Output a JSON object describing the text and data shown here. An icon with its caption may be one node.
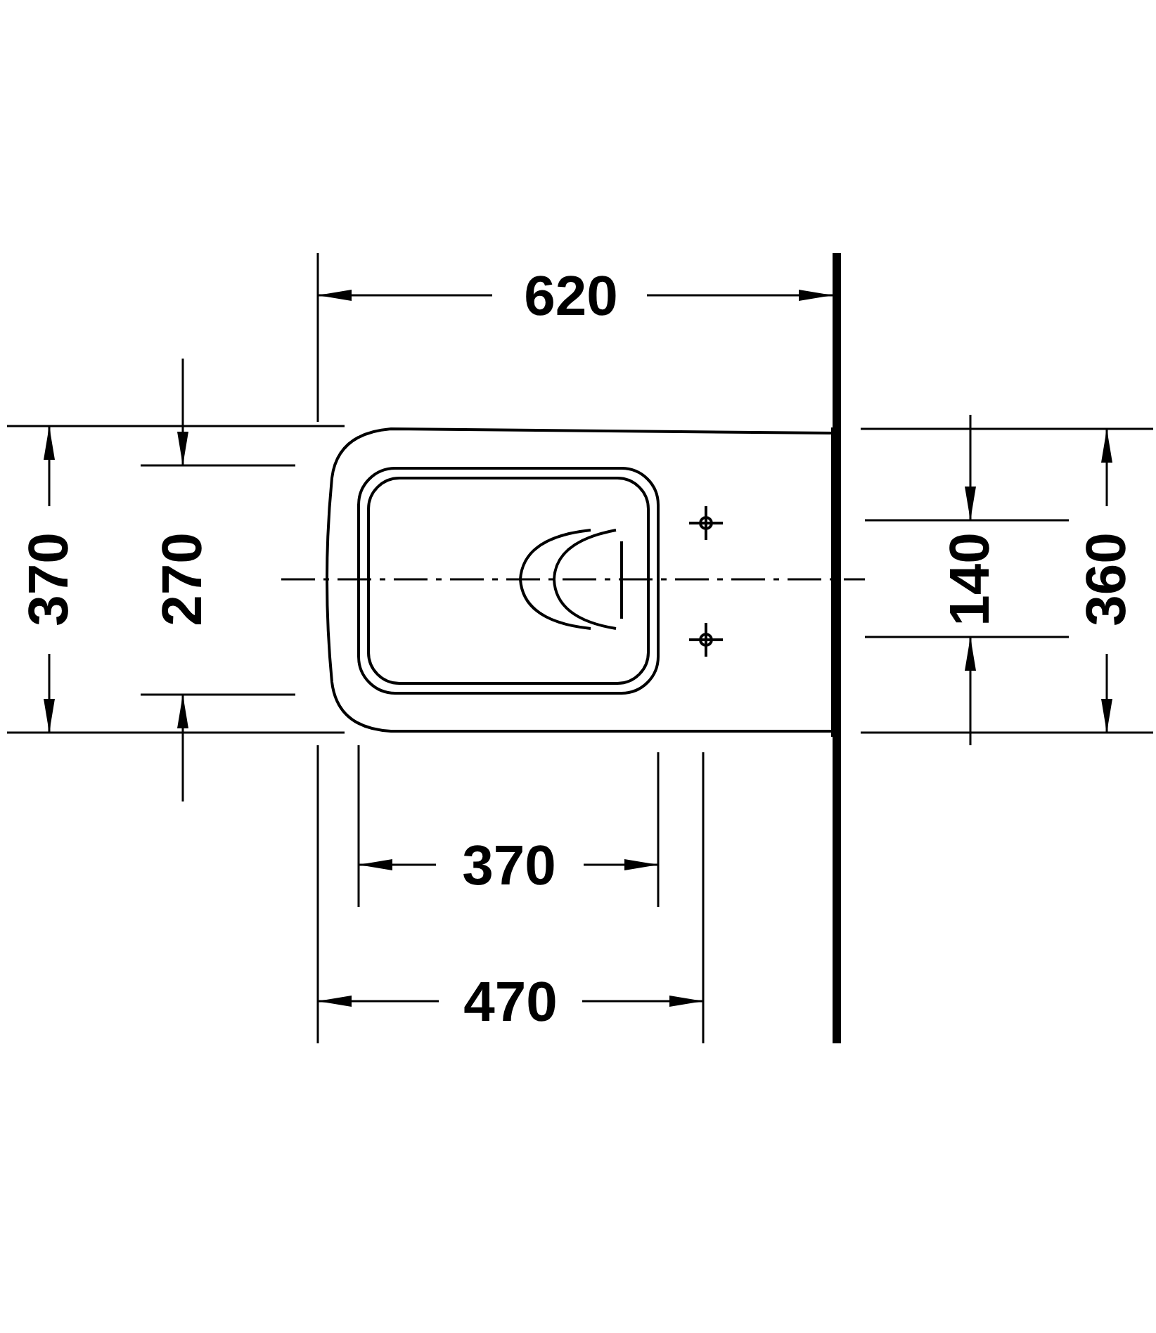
{
  "diagram": {
    "labels": [
      "620",
      "370",
      "270",
      "140",
      "360",
      "370",
      "470"
    ]
  }
}
